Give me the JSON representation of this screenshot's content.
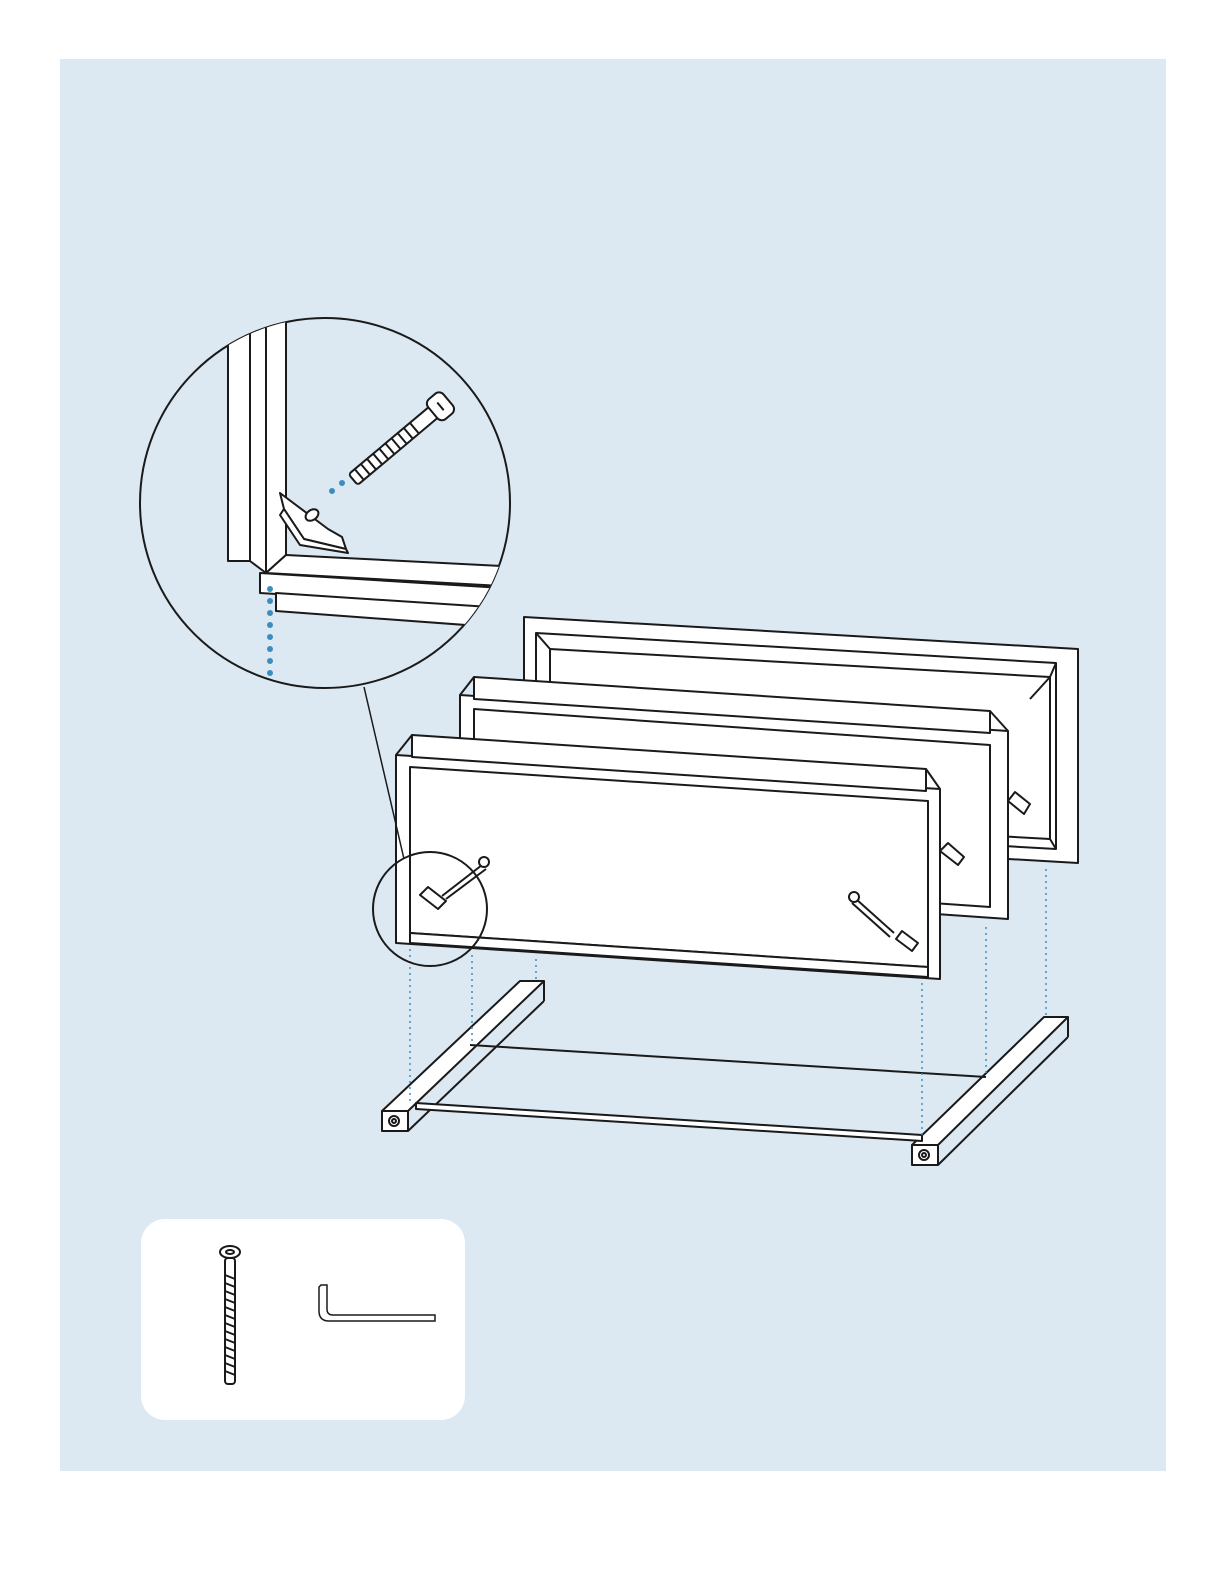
{
  "page": {
    "background": "#ffffff",
    "panel_color": "#dce9f2",
    "line_color": "#1a1a1a",
    "fill_color": "#ffffff",
    "dots_color": "#3a8fc0"
  },
  "illustration": {
    "steps": [
      {
        "name": "back-panel",
        "icon": "frame-panel"
      },
      {
        "name": "middle-panel",
        "icon": "frame-panel"
      },
      {
        "name": "front-panel",
        "icon": "frame-panel"
      },
      {
        "name": "base-rails",
        "icon": "base-frame"
      }
    ],
    "detail_callout": {
      "icon": "magnifier-detail",
      "shows": [
        "corner-bracket",
        "bolt"
      ]
    }
  },
  "parts": [
    {
      "name": "bolt",
      "icon": "bolt-icon"
    },
    {
      "name": "allen-key",
      "icon": "allen-key-icon"
    }
  ]
}
